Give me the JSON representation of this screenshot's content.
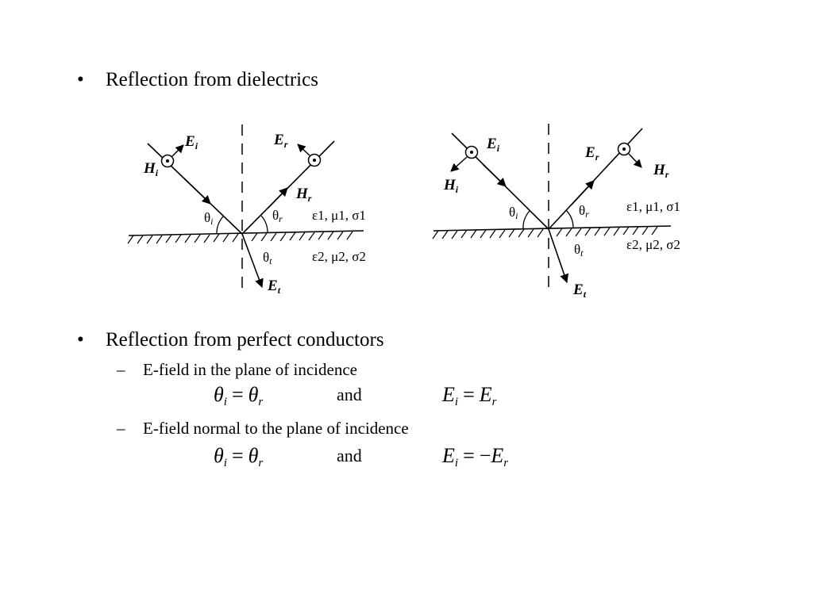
{
  "bullet_char": "•",
  "dash_char": "–",
  "bullets": [
    {
      "text": "Reflection from dielectrics"
    },
    {
      "text": "Reflection from perfect conductors"
    }
  ],
  "subbullets": [
    {
      "text": "E-field in the plane of incidence"
    },
    {
      "text": "E-field normal to the plane of incidence"
    }
  ],
  "equations": [
    {
      "lhs_var": "θ",
      "lhs_sub": "i",
      "op": "=",
      "rhs_var": "θ",
      "rhs_sub": "r",
      "conj": "and",
      "e_lhs_var": "E",
      "e_lhs_sub": "i",
      "e_op": "=",
      "e_sign": "",
      "e_rhs_var": "E",
      "e_rhs_sub": "r"
    },
    {
      "lhs_var": "θ",
      "lhs_sub": "i",
      "op": "=",
      "rhs_var": "θ",
      "rhs_sub": "r",
      "conj": "and",
      "e_lhs_var": "E",
      "e_lhs_sub": "i",
      "e_op": "=",
      "e_sign": "−",
      "e_rhs_var": "E",
      "e_rhs_sub": "r"
    }
  ],
  "diagrams": {
    "left": {
      "E_i": "E",
      "E_i_sub": "i",
      "H_i": "H",
      "H_i_sub": "i",
      "E_r": "E",
      "E_r_sub": "r",
      "H_r": "H",
      "H_r_sub": "r",
      "E_t": "E",
      "E_t_sub": "t",
      "theta": "θ",
      "theta_i_sub": "i",
      "theta_r_sub": "r",
      "theta_t_sub": "t",
      "medium1": "ε1, μ1, σ1",
      "medium2": "ε2, μ2, σ2"
    },
    "right": {
      "E_i": "E",
      "E_i_sub": "i",
      "H_i": "H",
      "H_i_sub": "i",
      "E_r": "E",
      "E_r_sub": "r",
      "H_r": "H",
      "H_r_sub": "r",
      "E_t": "E",
      "E_t_sub": "t",
      "theta": "θ",
      "theta_i_sub": "i",
      "theta_r_sub": "r",
      "theta_t_sub": "t",
      "medium1": "ε1, μ1, σ1",
      "medium2": "ε2, μ2, σ2"
    }
  }
}
